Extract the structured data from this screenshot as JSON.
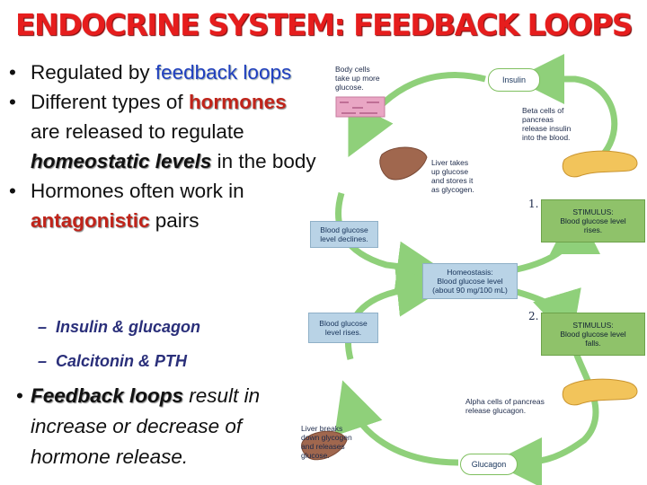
{
  "title": "ENDOCRINE SYSTEM: FEEDBACK LOOPS",
  "bullets": {
    "b1": {
      "text": "Regulated by ",
      "highlight": "feedback loops"
    },
    "b2": {
      "p1": "Different types of ",
      "highlight1": "hormones",
      "p2": " are released to regulate ",
      "highlight2": "homeostatic levels",
      "p3": " in the body"
    },
    "b3": {
      "text": "Hormones often work in ",
      "highlight": "antagonistic",
      "after": " pairs"
    },
    "sub1": "Insulin & glucagon",
    "sub2": "Calcitonin & PTH",
    "b4": {
      "highlight": "Feedback loops",
      "text": " result in increase or decrease of hormone release."
    }
  },
  "diagram": {
    "body_cells": "Body cells\ntake up more\nglucose.",
    "insulin": "Insulin",
    "beta_cells": "Beta cells of\npancreas\nrelease insulin\ninto the blood.",
    "liver_takes": "Liver takes\nup glucose\nand stores it\nas glycogen.",
    "num1": "1.",
    "decline": "Blood glucose\nlevel declines.",
    "stimulus1": "STIMULUS:\nBlood glucose level\nrises.",
    "homeostasis": "Homeostasis:\nBlood glucose level\n(about 90 mg/100 mL)",
    "num2": "2.",
    "rises": "Blood glucose\nlevel rises.",
    "stimulus2": "STIMULUS:\nBlood glucose level\nfalls.",
    "alpha_cells": "Alpha cells of pancreas\nrelease glucagon.",
    "liver_breaks": "Liver breaks\ndown glycogen\nand releases\nglucose.",
    "glucagon": "Glucagon"
  },
  "colors": {
    "title_red": "#e61d1d",
    "highlight_blue": "#1f3fbf",
    "highlight_red": "#c0241a",
    "arrow_green": "#8fd07a",
    "box_blue": "#b9d3e6",
    "box_green": "#8fc26a"
  }
}
